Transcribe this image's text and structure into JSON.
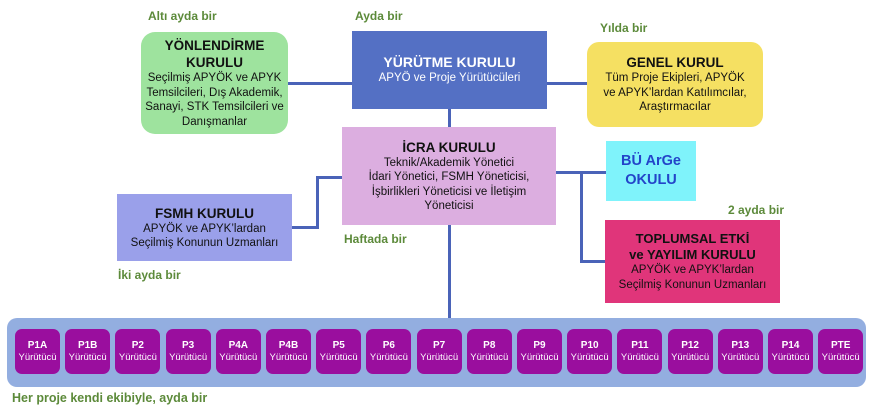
{
  "frequencies": {
    "yonlendirme": "Altı ayda bir",
    "yurutme": "Ayda bir",
    "genel": "Yılda bir",
    "icra": "Haftada bir",
    "fsmh": "İki ayda bir",
    "toplumsal": "2 ayda bir",
    "projects": "Her proje kendi ekibiyle, ayda bir"
  },
  "boxes": {
    "yonlendirme": {
      "title": "YÖNLENDİRME KURULU",
      "lines": [
        "Seçilmiş APYÖK ve APYK",
        "Temsilcileri,  Dış Akademik,",
        "Sanayi, STK Temsilcileri ve",
        "Danışmanlar"
      ]
    },
    "yurutme": {
      "title": "YÜRÜTME KURULU",
      "lines": [
        "APYÖ ve Proje Yürütücüleri"
      ]
    },
    "genel": {
      "title": "GENEL KURUL",
      "lines": [
        "Tüm Proje Ekipleri, APYÖK",
        "ve APYK’lardan Katılımcılar,",
        "Araştırmacılar"
      ]
    },
    "icra": {
      "title": "İCRA KURULU",
      "lines": [
        "Teknik/Akademik Yönetici",
        "İdari Yönetici, FSMH Yöneticisi,",
        "İşbirlikleri Yöneticisi ve İletişim",
        "Yöneticisi"
      ]
    },
    "bu_arge": {
      "title_lines": [
        "BÜ ArGe",
        "OKULU"
      ]
    },
    "fsmh": {
      "title": "FSMH KURULU",
      "lines": [
        "APYÖK ve APYK’lardan",
        "Seçilmiş Konunun Uzmanları"
      ]
    },
    "toplumsal": {
      "title_lines": [
        "TOPLUMSAL ETKİ",
        "ve YAYILIM KURULU"
      ],
      "lines": [
        "APYÖK ve APYK’lardan",
        "Seçilmiş Konunun Uzmanları"
      ]
    }
  },
  "projects": [
    {
      "code": "P1A",
      "role": "Yürütücü"
    },
    {
      "code": "P1B",
      "role": "Yürütücü"
    },
    {
      "code": "P2",
      "role": "Yürütücü"
    },
    {
      "code": "P3",
      "role": "Yürütücü"
    },
    {
      "code": "P4A",
      "role": "Yürütücü"
    },
    {
      "code": "P4B",
      "role": "Yürütücü"
    },
    {
      "code": "P5",
      "role": "Yürütücü"
    },
    {
      "code": "P6",
      "role": "Yürütücü"
    },
    {
      "code": "P7",
      "role": "Yürütücü"
    },
    {
      "code": "P8",
      "role": "Yürütücü"
    },
    {
      "code": "P9",
      "role": "Yürütücü"
    },
    {
      "code": "P10",
      "role": "Yürütücü"
    },
    {
      "code": "P11",
      "role": "Yürütücü"
    },
    {
      "code": "P12",
      "role": "Yürütücü"
    },
    {
      "code": "P13",
      "role": "Yürütücü"
    },
    {
      "code": "P14",
      "role": "Yürütücü"
    },
    {
      "code": "PTE",
      "role": "Yürütücü"
    }
  ],
  "colors": {
    "connector": "#4a63b8",
    "frequency_text": "#5c8a3a",
    "project_tile": "#9a0e9e",
    "project_bar": "#93aee0"
  }
}
